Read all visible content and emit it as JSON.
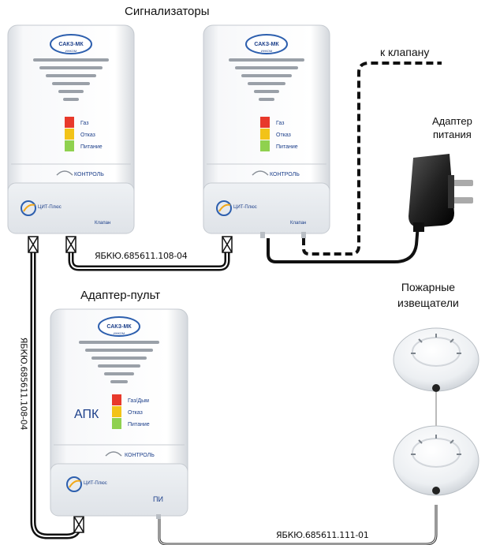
{
  "labels": {
    "signalizers": "Сигнализаторы",
    "to_valve": "к клапану",
    "power_adapter_line1": "Адаптер",
    "power_adapter_line2": "питания",
    "adapter_console": "Адаптер-пульт",
    "fire_detectors_line1": "Пожарные",
    "fire_detectors_line2": "извещатели",
    "cable_top": "ЯБКЮ.685611.108-04",
    "cable_left": "ЯБКЮ.685611.108-04",
    "cable_bottom": "ЯБКЮ.685611.111-01"
  },
  "device": {
    "brand": "САКЗ-МК",
    "brand_sub": "ИНКОМ",
    "indicator_labels": [
      "Газ",
      "Отказ",
      "Питание"
    ],
    "indicator_colors": [
      "#e8392b",
      "#f2c318",
      "#8fd14f"
    ],
    "control_label": "КОНТРОЛЬ",
    "maker": "ЦИТ-Плюс",
    "valve_label": "Клапан"
  },
  "apk": {
    "code": "АПК",
    "indicator_labels": [
      "Газ/Дым",
      "Отказ",
      "Питание"
    ],
    "port_label": "ПИ"
  }
}
